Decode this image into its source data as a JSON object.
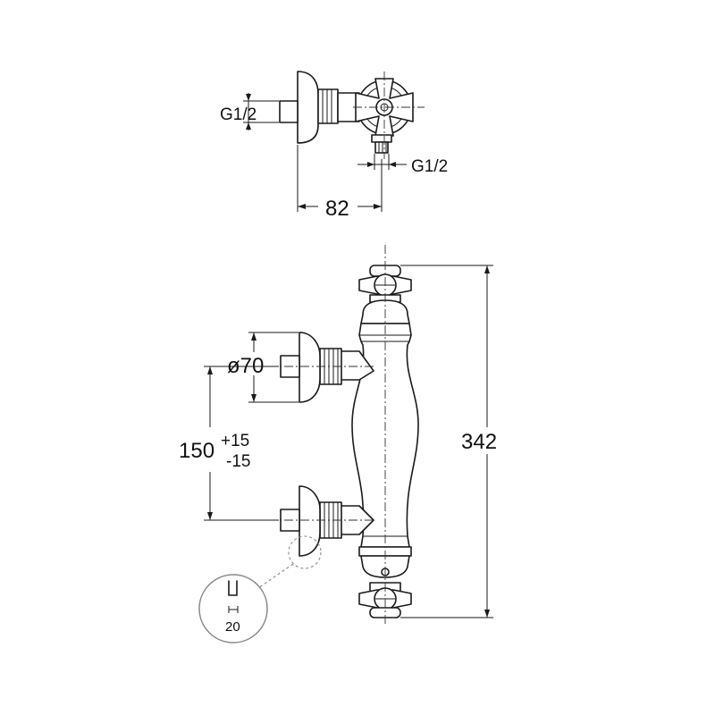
{
  "top_view": {
    "inlet_thread": "G1/2",
    "outlet_thread": "G1/2",
    "projection": "82"
  },
  "front_view": {
    "diameter": "ø70",
    "center_distance": "150",
    "tol_plus": "+15",
    "tol_minus": "-15",
    "height": "342"
  },
  "detail": {
    "value": "20"
  }
}
